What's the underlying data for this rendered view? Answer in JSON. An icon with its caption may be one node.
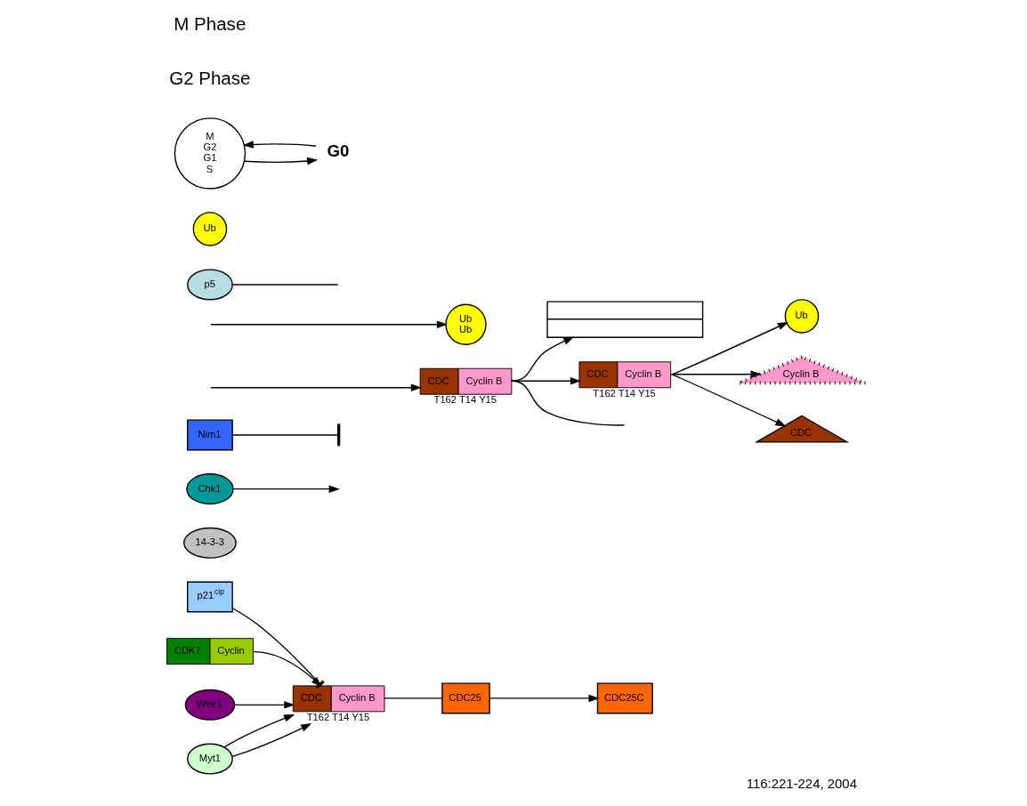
{
  "diagram": {
    "caption": "116:221-224, 2004",
    "nodes": [
      {
        "text": [
          "p21$^{cip}$"
        ]
      },
      {
        "text": [
          "CDC",
          "Cyclin B"
        ],
        "beside": [
          "T162 T14 Y15"
        ]
      },
      {
        "text": [
          "CDC25"
        ]
      },
      {
        "text": [
          "CDC25C"
        ]
      },
      {
        "text": [
          "14-3-3"
        ]
      },
      {
        "text": [
          "Chk1"
        ]
      },
      {
        "text": [
          "CDK7",
          "Cyclin"
        ]
      },
      {
        "text": [
          "Nim1"
        ]
      },
      {
        "text": [
          "Wee1"
        ]
      },
      {
        "text": [
          "Myt1"
        ]
      },
      {
        "text": [
          "CDC",
          "Cyclin B"
        ],
        "beside": [
          "T162 T14 Y15"
        ]
      },
      {
        "text": [],
        "shape": "box"
      },
      {
        "text": [
          "Ub",
          "Ub"
        ]
      },
      {
        "text": [
          "p5"
        ]
      },
      {
        "text": [
          "Ub"
        ]
      },
      {
        "text": [
          "CDC",
          "Cyclin B"
        ],
        "beside": [
          "T162 T14 Y15"
        ]
      },
      {
        "text": [
          "Ub"
        ]
      },
      {
        "text": [
          "Cyclin B"
        ]
      },
      {
        "text": [
          "CDC"
        ]
      },
      {
        "text": [
          "M",
          "G2",
          "G1",
          "S"
        ]
      },
      {
        "text": [
          "G0"
        ]
      }
    ],
    "edges": [
      {
        "from": 0,
        "to": 1,
        "arrow": "other"
      },
      {
        "from": 1,
        "to": 2,
        "arrow": "none"
      },
      {
        "from": 2,
        "to": 3,
        "arrow": "to"
      },
      {
        "from": 5,
        "to": null,
        "arrow": "to"
      },
      {
        "from": 6,
        "to": 1,
        "arrow": "to"
      },
      {
        "from": 9,
        "to": 1,
        "arrow": "to"
      },
      {
        "from": 9,
        "to": 1,
        "arrow": "to"
      },
      {
        "from": 8,
        "to": 1,
        "arrow": "to"
      },
      {
        "from": 7,
        "to": null,
        "arrow": "other"
      },
      {
        "from": null,
        "to": 10,
        "arrow": "to"
      },
      {
        "from": 10,
        "to": 11,
        "arrow": "to"
      },
      {
        "from": 10,
        "to": null,
        "arrow": "none"
      },
      {
        "from": 13,
        "to": null,
        "arrow": "none"
      },
      {
        "from": 10,
        "to": 15,
        "arrow": "to"
      },
      {
        "from": null,
        "to": 12,
        "arrow": "to"
      },
      {
        "from": 15,
        "to": 16,
        "arrow": "to"
      },
      {
        "from": 15,
        "to": 17,
        "arrow": "to"
      },
      {
        "from": 15,
        "to": 18,
        "arrow": "to"
      },
      {
        "from": 19,
        "to": 20,
        "arrow": "to"
      },
      {
        "from": 20,
        "to": 19,
        "arrow": "to"
      }
    ],
    "labels": [
      "G2 Phase",
      "M Phase"
    ]
  }
}
